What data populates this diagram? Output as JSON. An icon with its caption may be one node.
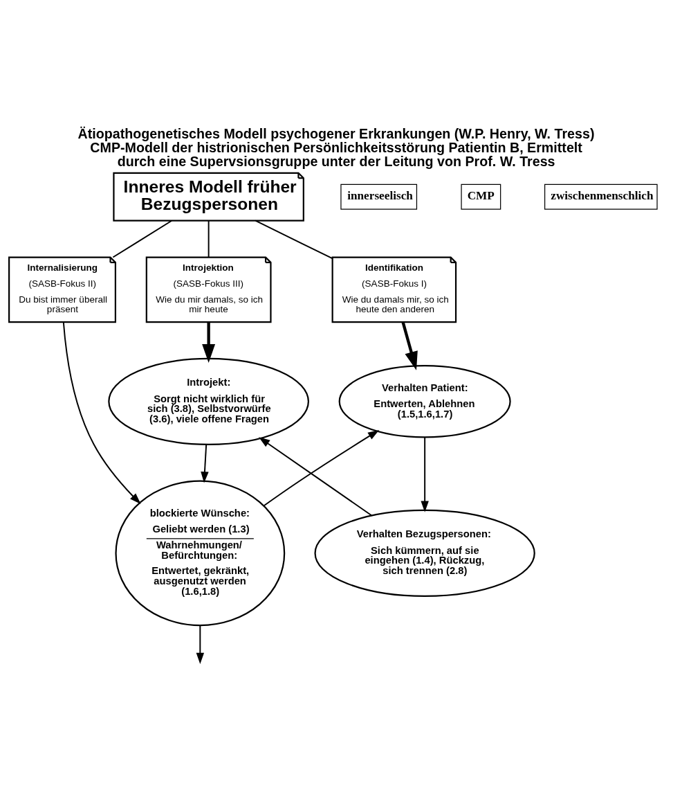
{
  "diagram": {
    "title": "Ätiopathogenetisches Modell psychogener Erkrankungen (W.P. Henry, W. Tress) CMP-Modell der histrionischen Persönlichkeitsstörung Patientin B, Ermittelt durch eine Supervsionsgruppe unter der Leitung von Prof. W. Tress",
    "nodes": [
      {
        "text": [
          "Inneres Modell früher Bezugspersonen"
        ]
      },
      {
        "text": [
          "Introjektion",
          "(SASB-Fokus III)",
          "Wie du mir damals, so ich mir heute"
        ]
      },
      {
        "text": [
          "Internalisierung",
          "(SASB-Fokus II)",
          "Du bist immer überall präsent"
        ]
      },
      {
        "text": [
          "Identifikation",
          "(SASB-Fokus I)",
          "Wie du damals mir, so ich heute den anderen"
        ]
      },
      {
        "text": [
          "blockierte Wünsche:",
          "Geliebt werden (1.3)",
          "Wahrnehmungen/ Befürchtungen:",
          "Entwertet, gekränkt, ausgenutzt werden (1.6,1.8)"
        ]
      },
      {
        "text": [
          "Introjekt:",
          "Sorgt nicht wirklich für sich (3.8), Selbstvorwürfe (3.6), viele offene Fragen"
        ]
      },
      {
        "text": [
          "Verhalten Patient:",
          "Entwerten, Ablehnen (1.5,1.6,1.7)"
        ]
      },
      {
        "text": [
          "Verhalten Bezugspersonen:",
          "Sich kümmern, auf sie eingehen (1.4), Rückzug, sich trennen (2.8)"
        ]
      }
    ],
    "edges": [
      {
        "from": 0,
        "to": 1,
        "arrow": "none"
      },
      {
        "from": 0,
        "to": 2,
        "arrow": "none"
      },
      {
        "from": 0,
        "to": 3,
        "arrow": "none"
      },
      {
        "from": 1,
        "to": 5,
        "arrow": "to",
        "style": "thick"
      },
      {
        "from": 2,
        "to": 4,
        "arrow": "to"
      },
      {
        "from": 3,
        "to": 6,
        "arrow": "to",
        "style": "thick"
      },
      {
        "from": 4,
        "to": null,
        "arrow": "to"
      },
      {
        "from": 5,
        "to": 4,
        "arrow": "to"
      },
      {
        "from": 4,
        "to": 6,
        "arrow": "to"
      },
      {
        "from": 6,
        "to": 7,
        "arrow": "to"
      },
      {
        "from": 7,
        "to": 5,
        "arrow": "to"
      }
    ],
    "labels": [
      "innerseelisch",
      "CMP",
      "zwischenmenschlich"
    ]
  }
}
